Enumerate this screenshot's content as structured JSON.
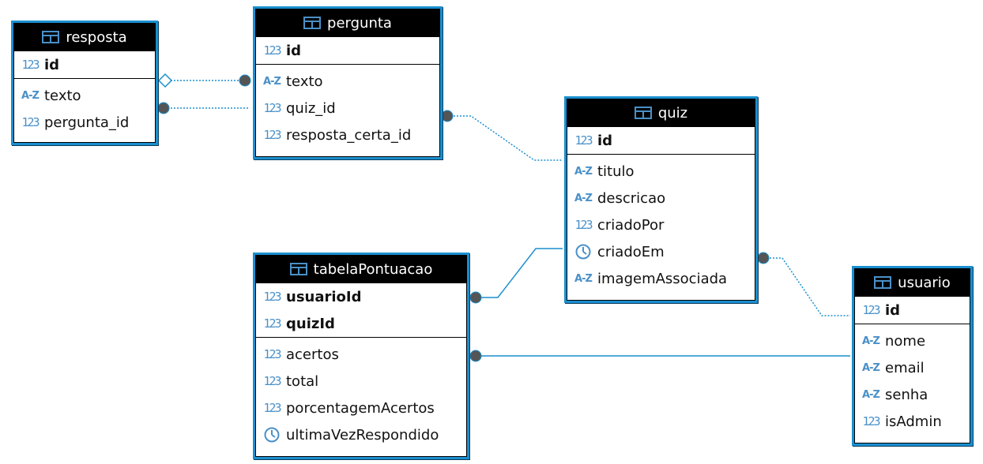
{
  "colors": {
    "border": "#1a8fcf",
    "header_bg": "#000000",
    "header_text": "#ffffff",
    "icon": "#4a90c8",
    "connector": "#1a8fcf",
    "endpoint": "#555555"
  },
  "entities": {
    "resposta": {
      "title": "resposta",
      "pk": [
        {
          "type": "num",
          "type_label": "123",
          "name": "id"
        }
      ],
      "fields": [
        {
          "type": "text",
          "type_label": "A-Z",
          "name": "texto"
        },
        {
          "type": "num",
          "type_label": "123",
          "name": "pergunta_id"
        }
      ]
    },
    "pergunta": {
      "title": "pergunta",
      "pk": [
        {
          "type": "num",
          "type_label": "123",
          "name": "id"
        }
      ],
      "fields": [
        {
          "type": "text",
          "type_label": "A-Z",
          "name": "texto"
        },
        {
          "type": "num",
          "type_label": "123",
          "name": "quiz_id"
        },
        {
          "type": "num",
          "type_label": "123",
          "name": "resposta_certa_id"
        }
      ]
    },
    "quiz": {
      "title": "quiz",
      "pk": [
        {
          "type": "num",
          "type_label": "123",
          "name": "id"
        }
      ],
      "fields": [
        {
          "type": "text",
          "type_label": "A-Z",
          "name": "titulo"
        },
        {
          "type": "text",
          "type_label": "A-Z",
          "name": "descricao"
        },
        {
          "type": "num",
          "type_label": "123",
          "name": "criadoPor"
        },
        {
          "type": "time",
          "type_label": "",
          "name": "criadoEm"
        },
        {
          "type": "text",
          "type_label": "A-Z",
          "name": "imagemAssociada"
        }
      ]
    },
    "tabelaPontuacao": {
      "title": "tabelaPontuacao",
      "pk": [
        {
          "type": "num",
          "type_label": "123",
          "name": "usuarioId"
        },
        {
          "type": "num",
          "type_label": "123",
          "name": "quizId"
        }
      ],
      "fields": [
        {
          "type": "num",
          "type_label": "123",
          "name": "acertos"
        },
        {
          "type": "num",
          "type_label": "123",
          "name": "total"
        },
        {
          "type": "num",
          "type_label": "123",
          "name": "porcentagemAcertos"
        },
        {
          "type": "time",
          "type_label": "",
          "name": "ultimaVezRespondido"
        }
      ]
    },
    "usuario": {
      "title": "usuario",
      "pk": [
        {
          "type": "num",
          "type_label": "123",
          "name": "id"
        }
      ],
      "fields": [
        {
          "type": "text",
          "type_label": "A-Z",
          "name": "nome"
        },
        {
          "type": "text",
          "type_label": "A-Z",
          "name": "email"
        },
        {
          "type": "text",
          "type_label": "A-Z",
          "name": "senha"
        },
        {
          "type": "num",
          "type_label": "123",
          "name": "isAdmin"
        }
      ]
    }
  },
  "relationships": [
    {
      "from": "resposta",
      "to": "pergunta",
      "style": "dotted",
      "from_end": "diamond",
      "to_end": "dot"
    },
    {
      "from": "resposta",
      "to": "pergunta",
      "style": "dotted",
      "from_end": "dot",
      "to_end": "none"
    },
    {
      "from": "pergunta",
      "to": "quiz",
      "style": "dotted",
      "from_end": "dot",
      "to_end": "none"
    },
    {
      "from": "quiz",
      "to": "usuario",
      "style": "dotted",
      "from_end": "dot",
      "to_end": "none"
    },
    {
      "from": "tabelaPontuacao",
      "to": "quiz",
      "style": "solid",
      "from_end": "dot",
      "to_end": "none"
    },
    {
      "from": "tabelaPontuacao",
      "to": "usuario",
      "style": "solid",
      "from_end": "dot",
      "to_end": "none"
    }
  ]
}
